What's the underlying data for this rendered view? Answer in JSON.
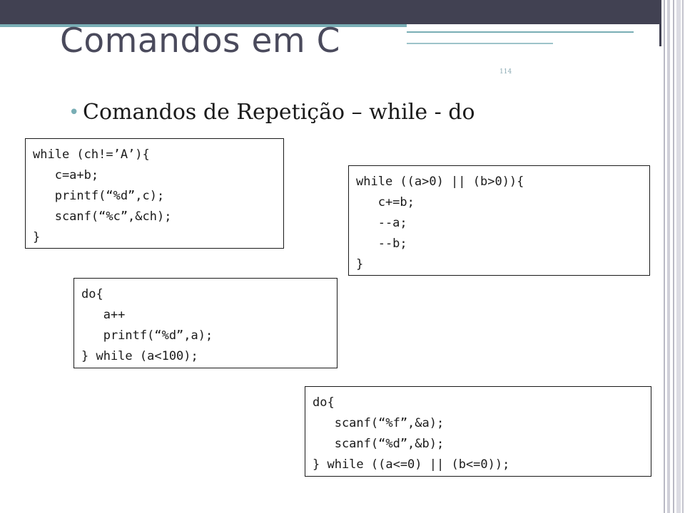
{
  "slide": {
    "title": "Comandos em C",
    "number": "114",
    "bullet": "Comandos de Repetição – while - do"
  },
  "code_blocks": [
    {
      "lines": [
        "while (ch!=’A’){",
        "   c=a+b;",
        "   printf(“%d”,c);",
        "   scanf(“%c”,&ch);",
        "}"
      ]
    },
    {
      "lines": [
        "while ((a>0) || (b>0)){",
        "   c+=b;",
        "   --a;",
        "   --b;",
        "}"
      ]
    },
    {
      "lines": [
        "do{",
        "   a++",
        "   printf(“%d”,a);",
        "} while (a<100);"
      ]
    },
    {
      "lines": [
        "do{",
        "   scanf(“%f”,&a);",
        "   scanf(“%d”,&b);",
        "} while ((a<=0) || (b<=0));"
      ]
    }
  ],
  "colors": {
    "header_bar": "#414152",
    "accent": "#79aeb5",
    "title_text": "#4a4a5c"
  }
}
